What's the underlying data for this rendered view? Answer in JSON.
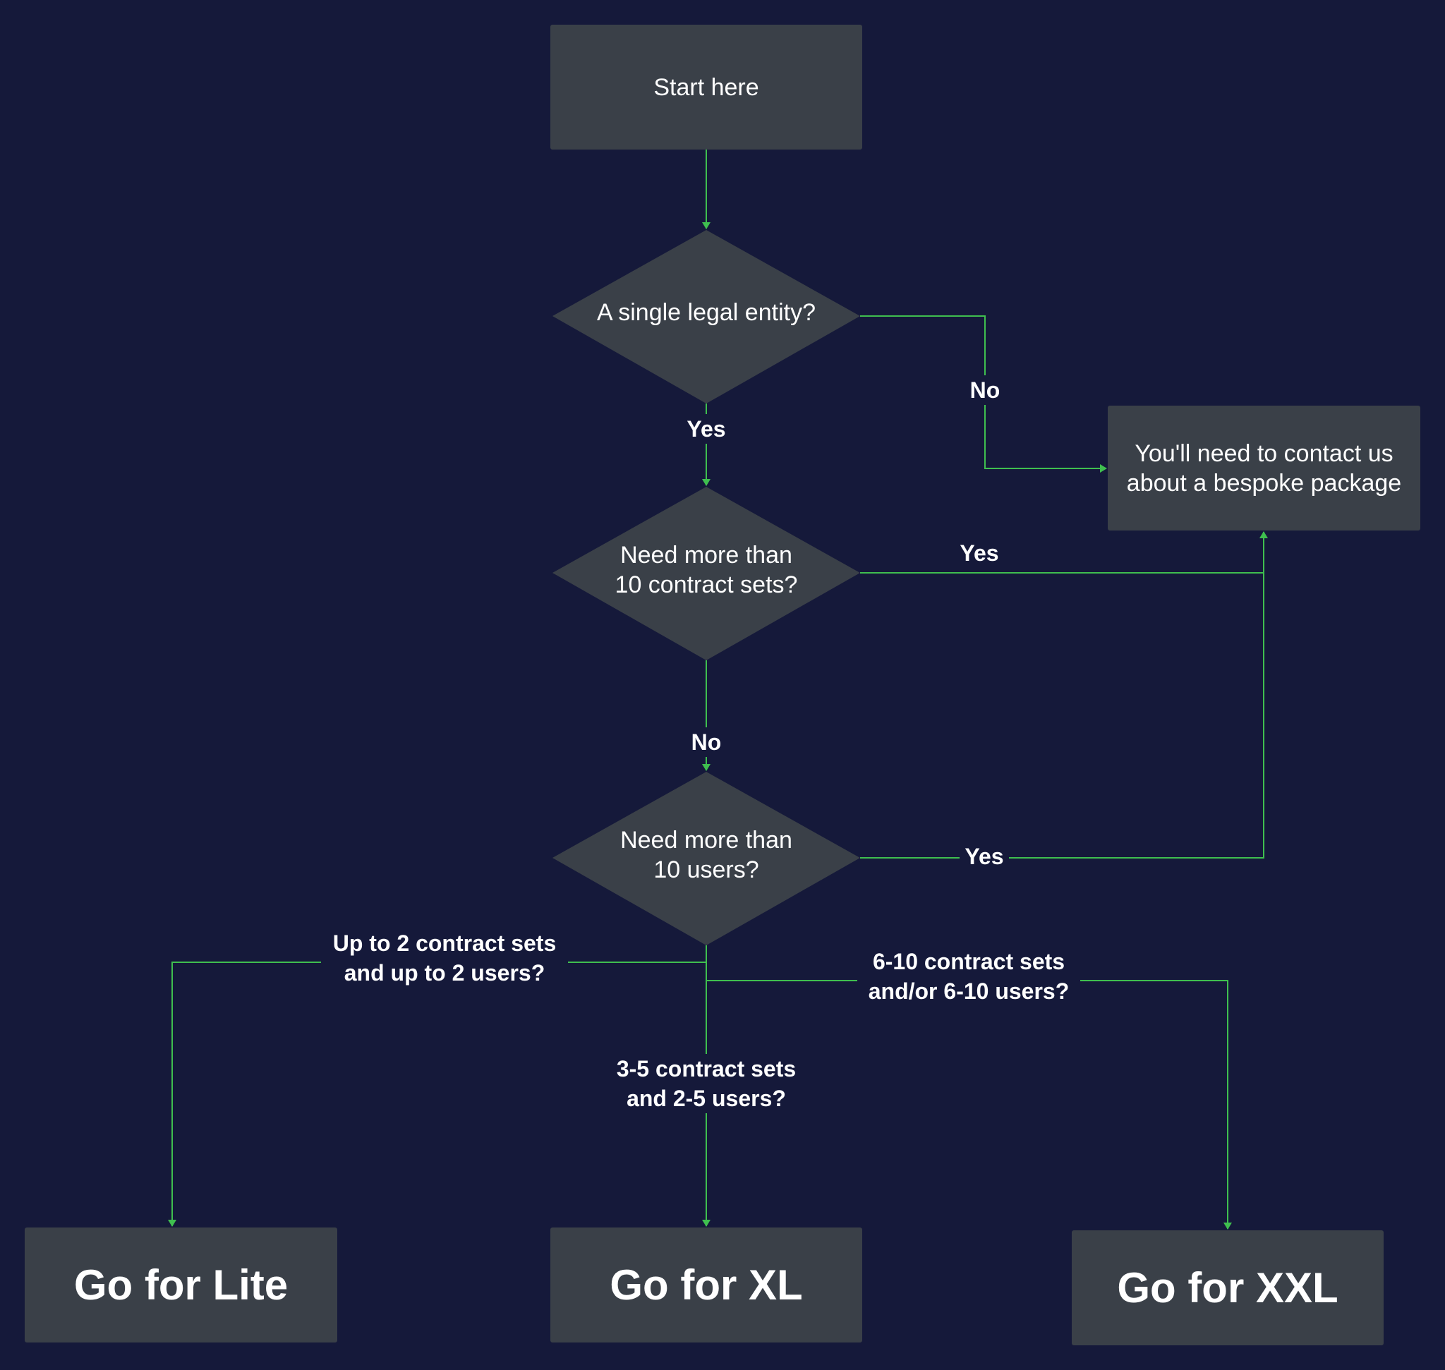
{
  "nodes": {
    "start": "Start here",
    "q_entity": "A single legal entity?",
    "q_contracts_line1": "Need more than",
    "q_contracts_line2": "10 contract sets?",
    "q_users_line1": "Need more than",
    "q_users_line2": "10 users?",
    "contact_line1": "You'll need to contact us",
    "contact_line2": "about a bespoke package",
    "lite": "Go for Lite",
    "xl": "Go for XL",
    "xxl": "Go for XXL"
  },
  "edges": {
    "entity_no": "No",
    "entity_yes": "Yes",
    "contracts_yes": "Yes",
    "contracts_no": "No",
    "users_yes": "Yes",
    "lite_line1": "Up to 2 contract sets",
    "lite_line2": "and up to 2 users?",
    "xl_line1": "3-5 contract sets",
    "xl_line2": "and 2-5 users?",
    "xxl_line1": "6-10 contract sets",
    "xxl_line2": "and/or 6-10 users?"
  },
  "colors": {
    "background": "#15193a",
    "node_fill": "#3a4048",
    "connector": "#3fbf4f",
    "text": "#ffffff"
  }
}
